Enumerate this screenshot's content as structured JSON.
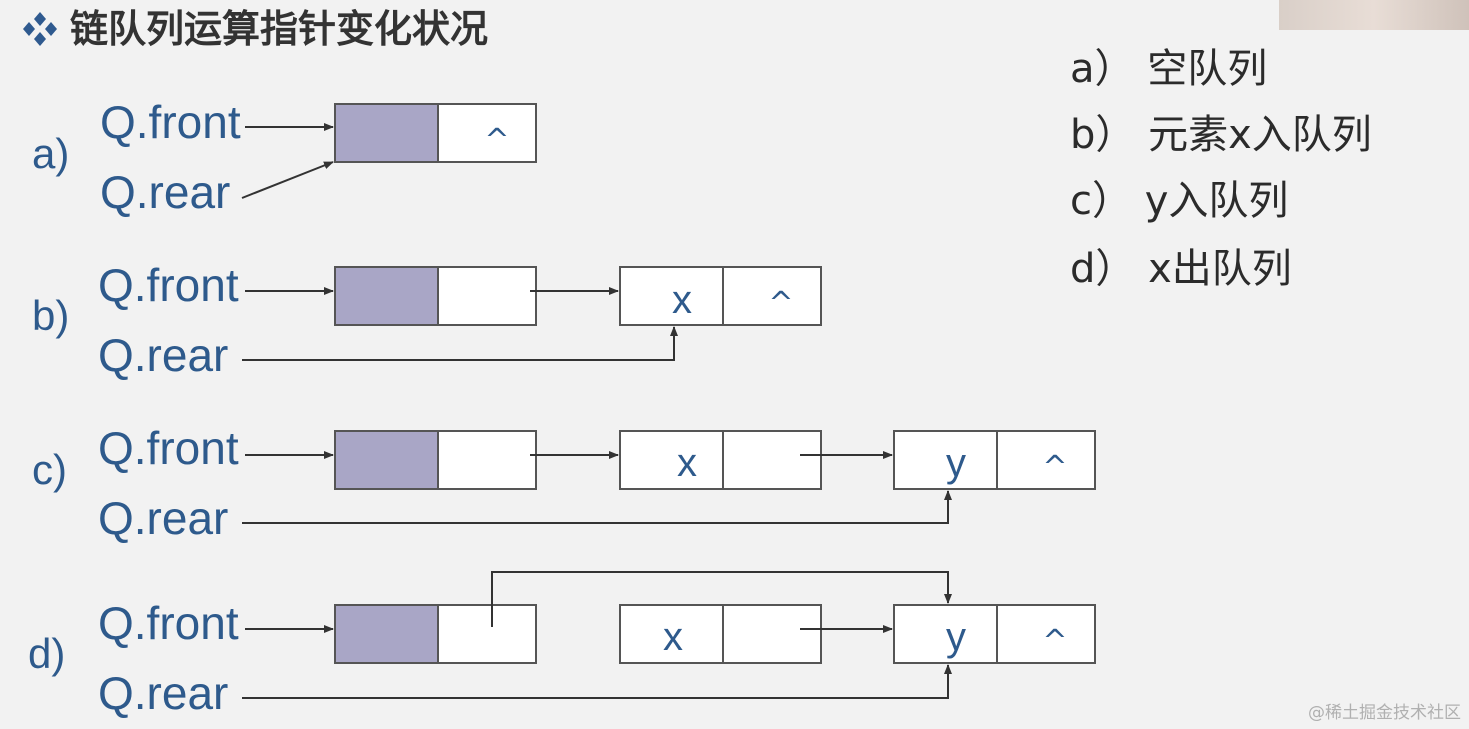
{
  "title": "链队列运算指针变化状况",
  "bullet_icon": "four-diamond-bullet-icon",
  "pointers": {
    "front": "Q.front",
    "rear": "Q.rear"
  },
  "null_symbol": "^",
  "rows": [
    {
      "label": "a)",
      "nodes": []
    },
    {
      "label": "b)",
      "nodes": [
        "x"
      ]
    },
    {
      "label": "c)",
      "nodes": [
        "x",
        "y"
      ]
    },
    {
      "label": "d)",
      "nodes": [
        "x",
        "y"
      ]
    }
  ],
  "legend": [
    "a） 空队列",
    "b） 元素x入队列",
    "c） y入队列",
    "d） x出队列"
  ],
  "watermark": "@稀土掘金技术社区",
  "colors": {
    "head_node_fill": "#a9a6c6",
    "label_blue": "#2e5a8c",
    "background": "#f2f2f2"
  }
}
